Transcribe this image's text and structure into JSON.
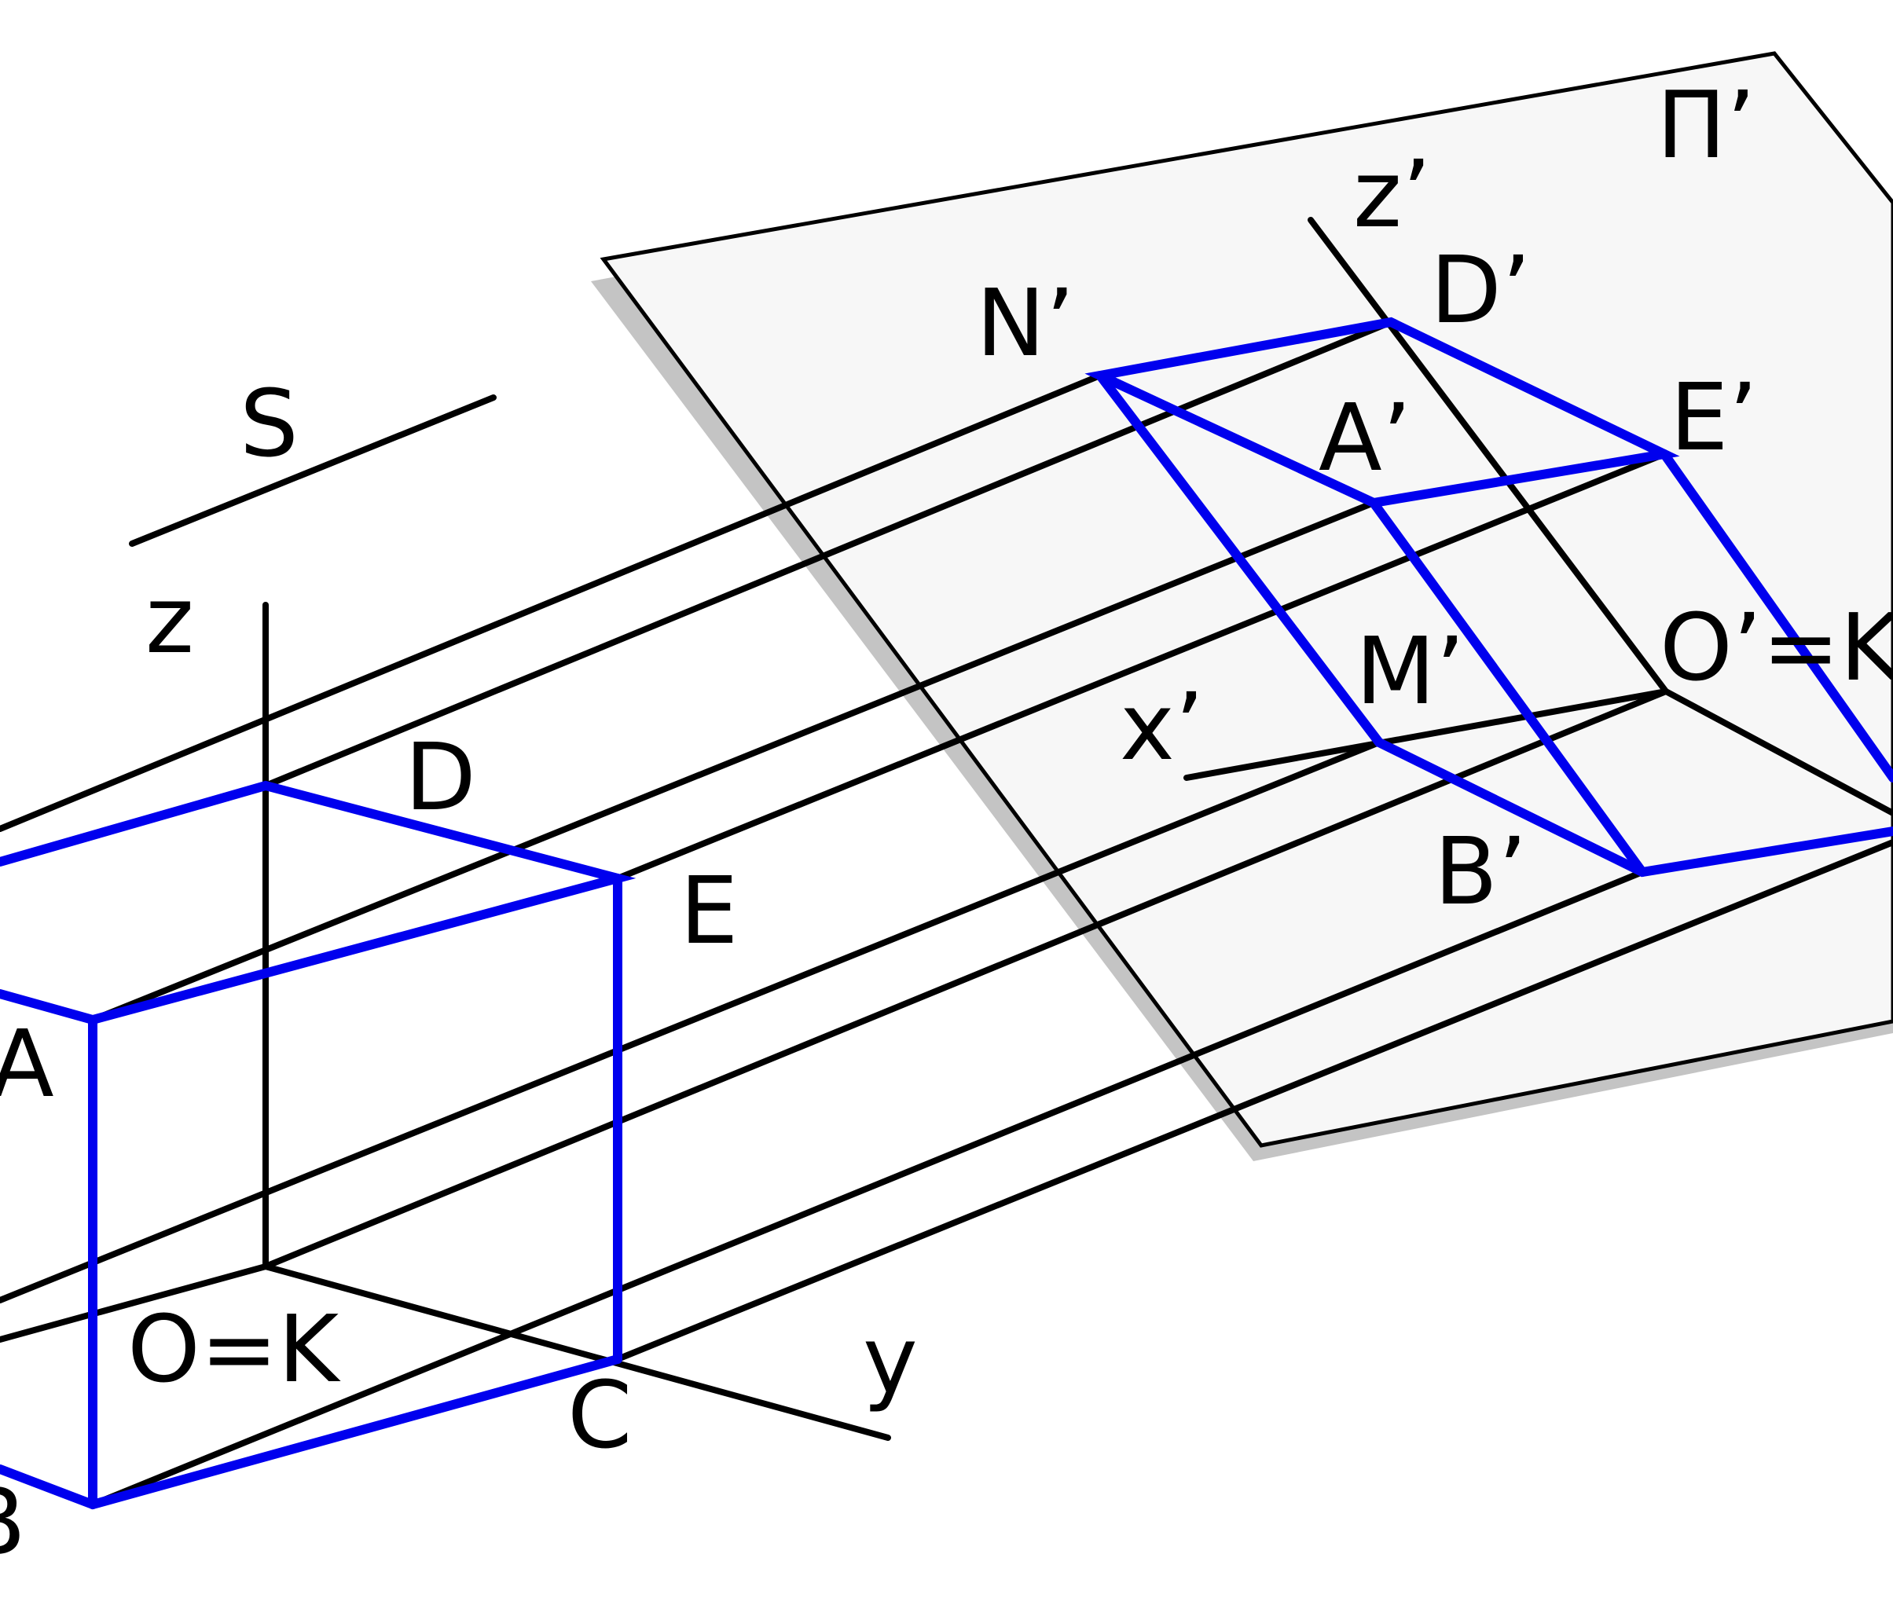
{
  "plane_label": "Π’",
  "direction_label": "S",
  "axes": {
    "z": "z",
    "y": "y",
    "z_proj": "z’",
    "x_proj": "x’"
  },
  "points": {
    "A": "A",
    "D": "D",
    "E": "E",
    "C": "C",
    "B": "B",
    "origin": "O=K"
  },
  "projected_points": {
    "N": "N’",
    "D": "D’",
    "A": "A’",
    "E": "E’",
    "M": "M’",
    "O": "O’=K’",
    "B": "B’"
  },
  "colors": {
    "figure": "#0000ee",
    "lines": "#000000",
    "plane_fill": "#f7f7f7",
    "plane_shadow": "#c4c4c4"
  }
}
